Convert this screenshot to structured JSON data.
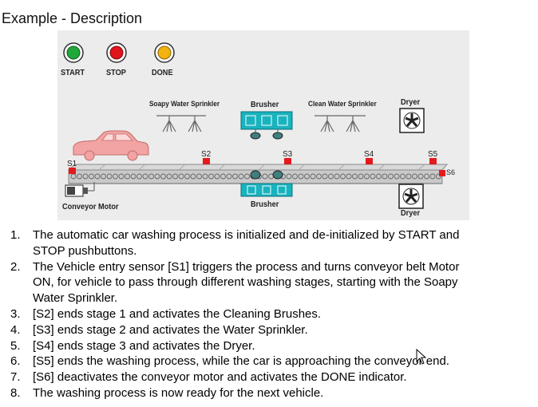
{
  "title": "Example - Description",
  "diagram": {
    "buttons": [
      {
        "label": "START",
        "color": "#21a83a"
      },
      {
        "label": "STOP",
        "color": "#e0151b"
      },
      {
        "label": "DONE",
        "color": "#f2b20f"
      }
    ],
    "stations": {
      "soapy": "Soapy Water Sprinkler",
      "brusher_top": "Brusher",
      "clean": "Clean Water Sprinkler",
      "dryer_top": "Dryer",
      "brusher_bottom": "Brusher",
      "dryer_bottom": "Dryer"
    },
    "sensors": [
      "S1",
      "S2",
      "S3",
      "S4",
      "S5",
      "S6"
    ],
    "conveyor_motor": "Conveyor Motor",
    "colors": {
      "sensor": "#e31a1c",
      "brusher": "#19b3bf",
      "car": "#f2a3a3",
      "belt": "#c9c9c9"
    }
  },
  "steps": [
    {
      "num": "1.",
      "lines": [
        "The automatic car washing process is initialized and de-initialized by START and",
        "STOP pushbuttons."
      ]
    },
    {
      "num": "2.",
      "lines": [
        "The Vehicle entry sensor [S1] triggers the process and turns conveyor belt Motor",
        "ON, for vehicle to pass through different washing stages, starting with the Soapy",
        "Water Sprinkler."
      ]
    },
    {
      "num": "3.",
      "lines": [
        "[S2] ends stage 1 and activates the Cleaning Brushes."
      ]
    },
    {
      "num": "4.",
      "lines": [
        "[S3] ends stage 2 and activates the Water Sprinkler."
      ]
    },
    {
      "num": "5.",
      "lines": [
        "[S4] ends stage 3 and activates the Dryer."
      ]
    },
    {
      "num": "6.",
      "lines": [
        "[S5] ends the washing process, while the car is approaching the conveyor end."
      ]
    },
    {
      "num": "7.",
      "lines": [
        "[S6] deactivates the conveyor motor and activates the DONE indicator."
      ]
    },
    {
      "num": "8.",
      "lines": [
        "The washing process is now ready for the next vehicle."
      ]
    }
  ]
}
